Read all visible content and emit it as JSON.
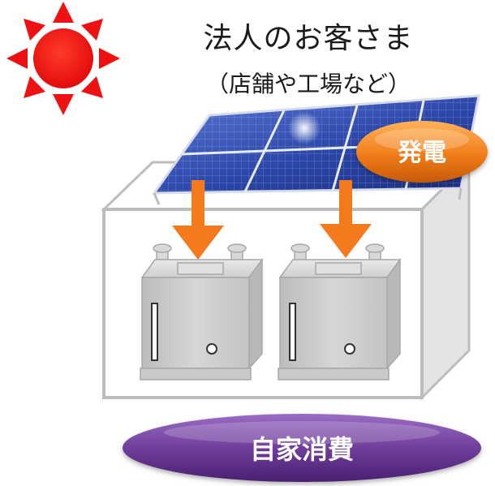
{
  "header": {
    "title": "法人のお客さま",
    "subtitle": "（店舗や工場など）"
  },
  "badges": {
    "generation": "発電",
    "self_consumption": "自家消費"
  },
  "colors": {
    "sun": "#ee1111",
    "arrow": "#f57a1e",
    "generation_badge": "#f07d1a",
    "consumption_badge": "#6b3a96",
    "panel": "#2a3f9e"
  },
  "icons": {
    "sun": "sun-icon",
    "solar_panel": "solar-panel-icon",
    "battery": "battery-icon",
    "arrow": "arrow-down-icon"
  }
}
